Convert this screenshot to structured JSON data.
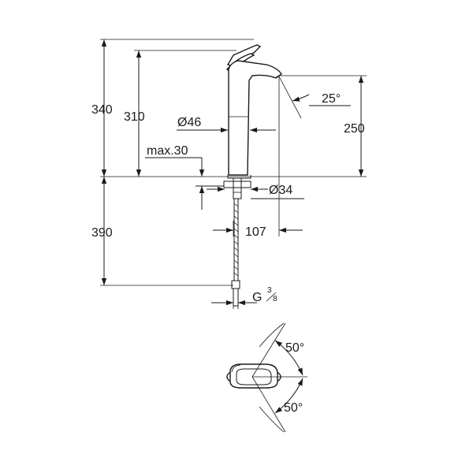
{
  "dimensions": {
    "overall_height": "340",
    "spout_height": "310",
    "spout_reach_height": "250",
    "spout_angle": "25°",
    "body_diameter": "Ø46",
    "max_deck_thickness": "max.30",
    "hole_diameter": "Ø34",
    "spout_reach": "107",
    "hose_length": "390",
    "connection_thread": "G",
    "thread_num": "3",
    "thread_den": "8",
    "swivel_left": "50°",
    "swivel_right": "50°"
  }
}
